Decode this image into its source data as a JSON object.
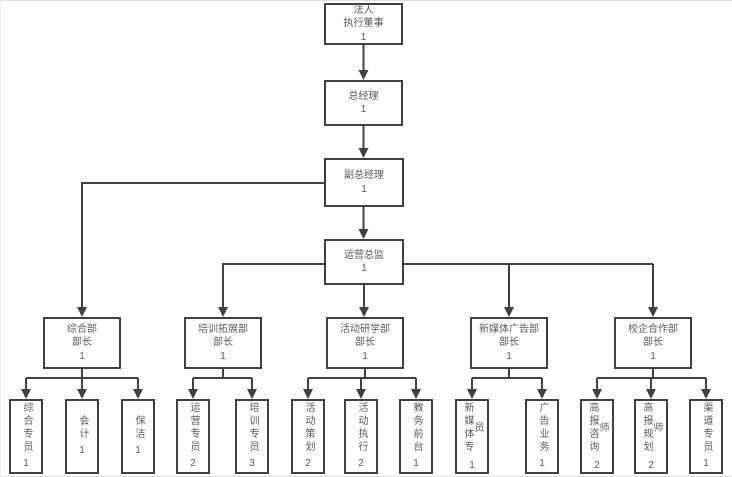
{
  "chart": {
    "type": "org-chart",
    "colors": {
      "box_border": "#414141",
      "box_fill": "#ffffff",
      "text": "#595959",
      "connector": "#414141"
    },
    "nodes": {
      "root": {
        "lines": [
          "法人",
          "执行董事"
        ],
        "count": "1"
      },
      "gm": {
        "lines": [
          "总经理"
        ],
        "count": "1"
      },
      "dgm": {
        "lines": [
          "副总经理"
        ],
        "count": "1"
      },
      "coo": {
        "lines": [
          "运营总监"
        ],
        "count": "1"
      },
      "depts": [
        {
          "lines": [
            "综合部",
            "部长"
          ],
          "count": "1"
        },
        {
          "lines": [
            "培训拓展部",
            "部长"
          ],
          "count": "1"
        },
        {
          "lines": [
            "活动研学部",
            "部长"
          ],
          "count": "1"
        },
        {
          "lines": [
            "新媒体广告部",
            "部长"
          ],
          "count": "1"
        },
        {
          "lines": [
            "校企合作部",
            "部长"
          ],
          "count": "1"
        }
      ],
      "staff": [
        {
          "label": "综合专员",
          "count": "1"
        },
        {
          "label": "会计",
          "count": "1"
        },
        {
          "label": "保洁",
          "count": "1"
        },
        {
          "label": "运营专员",
          "count": "2"
        },
        {
          "label": "培训专员",
          "count": "3"
        },
        {
          "label": "活动策划",
          "count": "2"
        },
        {
          "label": "活动执行",
          "count": "2"
        },
        {
          "label": "教务前台",
          "count": "1"
        },
        {
          "label": "新媒体专员",
          "count": "1"
        },
        {
          "label": "广告业务",
          "count": "1"
        },
        {
          "label": "高报咨询师",
          "count": "2"
        },
        {
          "label": "高报规划师",
          "count": "2"
        },
        {
          "label": "渠道专员",
          "count": "1"
        }
      ]
    },
    "edges": [
      {
        "from": "法人执行董事",
        "to": [
          "总经理"
        ]
      },
      {
        "from": "总经理",
        "to": [
          "副总经理"
        ]
      },
      {
        "from": "副总经理",
        "to": [
          "运营总监",
          "综合部部长"
        ]
      },
      {
        "from": "运营总监",
        "to": [
          "培训拓展部部长",
          "活动研学部部长",
          "新媒体广告部部长",
          "校企合作部部长"
        ]
      },
      {
        "from": "综合部部长",
        "to": [
          "综合专员",
          "会计",
          "保洁"
        ]
      },
      {
        "from": "培训拓展部部长",
        "to": [
          "运营专员",
          "培训专员"
        ]
      },
      {
        "from": "活动研学部部长",
        "to": [
          "活动策划",
          "活动执行",
          "教务前台"
        ]
      },
      {
        "from": "新媒体广告部部长",
        "to": [
          "新媒体专员",
          "广告业务"
        ]
      },
      {
        "from": "校企合作部部长",
        "to": [
          "高报咨询师",
          "高报规划师",
          "渠道专员"
        ]
      }
    ]
  }
}
